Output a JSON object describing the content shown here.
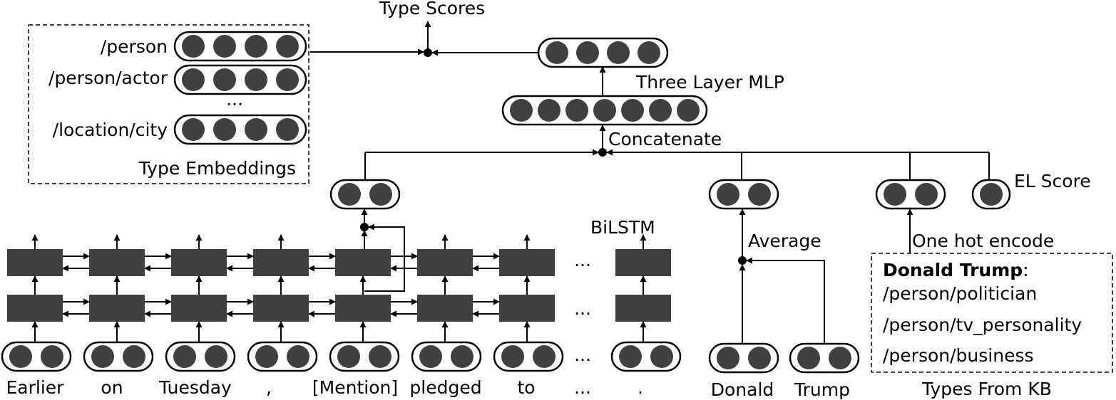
{
  "title": "Type Scores",
  "type_embeddings": {
    "caption": "Type Embeddings",
    "types": [
      "/person",
      "/person/actor",
      "/location/city"
    ],
    "ellipsis": "..."
  },
  "mlp_label": "Three Layer MLP",
  "concat_label": "Concatenate",
  "el_score_label": "EL Score",
  "bilstm_label": "BiLSTM",
  "average_label": "Average",
  "one_hot_label": "One hot encode",
  "kb": {
    "entity": "Donald Trump",
    "colon": ":",
    "types": [
      "/person/politician",
      "/person/tv_personality",
      "/person/business"
    ],
    "caption": "Types From KB"
  },
  "sentence_tokens": [
    "Earlier",
    "on",
    "Tuesday",
    ",",
    "[Mention]",
    "pledged",
    "to",
    "...",
    "."
  ],
  "mention_tokens": [
    "Donald",
    "Trump"
  ],
  "ellipsis": "..."
}
